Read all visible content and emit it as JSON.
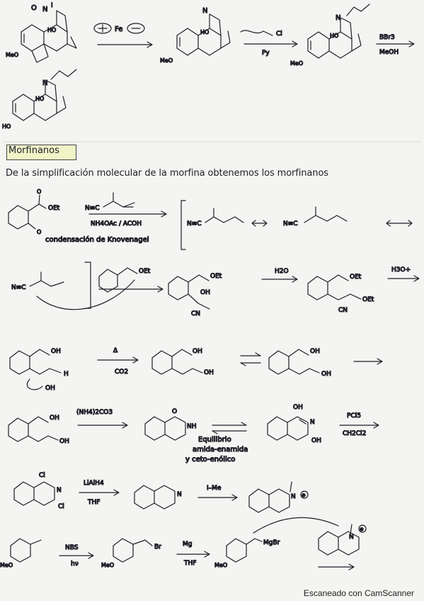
{
  "section": {
    "title": "Morfinanos",
    "intro": "De la simplificación molecular de la morfina obtenemos los morfinanos"
  },
  "row1": {
    "reactant_labels": [
      "N",
      "O",
      "I",
      "HO",
      "MeO"
    ],
    "reagent_1": "Fe",
    "intermediate_labels": [
      "N",
      "HO",
      "MeO"
    ],
    "reagent_2_top": "Cl",
    "reagent_2_bottom": "Py",
    "product_labels": [
      "N",
      "HO",
      "MeO"
    ],
    "reagent_3_top": "BBr3",
    "reagent_3_bottom": "MeOH"
  },
  "row2": {
    "product_labels": [
      "N",
      "HO",
      "HO"
    ]
  },
  "row3": {
    "reactant_ester": "OEt",
    "reactant_ketone": "O",
    "reagent_nitrile": "N≡C",
    "reagent_base": "NH4OAc / ACOH",
    "named_reaction": "condensación de Knovenagel",
    "resonance_left": "N≡C",
    "resonance_right": "N≡C"
  },
  "row4": {
    "nitrile": "N≡C",
    "ester_1": "OEt",
    "ester_2": "OEt",
    "hydroxyl": "OH",
    "cn_1": "CN",
    "reagent_top": "H2O",
    "product_ester_1": "OEt",
    "product_ester_2": "OEt",
    "product_cn": "CN",
    "reagent_final": "H3O+"
  },
  "row5": {
    "left_labels": [
      "OH",
      "H",
      "OH"
    ],
    "delta": "Δ",
    "co2": "CO2",
    "middle_labels": [
      "OH",
      "OH"
    ],
    "right_labels": [
      "OH",
      "OH"
    ]
  },
  "row6": {
    "reagent_top": "(NH4)2CO3",
    "left_labels": [
      "OH",
      "OH"
    ],
    "middle_labels": [
      "O",
      "NH"
    ],
    "equilibrium_note_1": "Equilibrio",
    "equilibrium_note_2": "amida-enamida",
    "equilibrium_note_3": "y ceto-enólico",
    "right_labels": [
      "OH",
      "N",
      "OH"
    ],
    "reagent_final_top": "PCl5",
    "reagent_final_bottom": "CH2Cl2"
  },
  "row7": {
    "left_labels": [
      "Cl",
      "N",
      "Cl"
    ],
    "reagent_top": "LiAlH4",
    "reagent_bottom": "THF",
    "middle_labels": [
      "N"
    ],
    "methylation": "I–Me",
    "product_labels": [
      "N",
      "⊕"
    ]
  },
  "row8": {
    "left_labels": [
      "MeO"
    ],
    "reagent_1_top": "NBS",
    "reagent_1_bottom": "hν",
    "middle_labels": [
      "MeO",
      "Br"
    ],
    "reagent_2_top": "Mg",
    "reagent_2_bottom": "THF",
    "grignard_labels": [
      "MeO",
      "MgBr"
    ],
    "iminium_labels": [
      "N",
      "⊕"
    ]
  },
  "footer": "Escaneado con CamScanner"
}
